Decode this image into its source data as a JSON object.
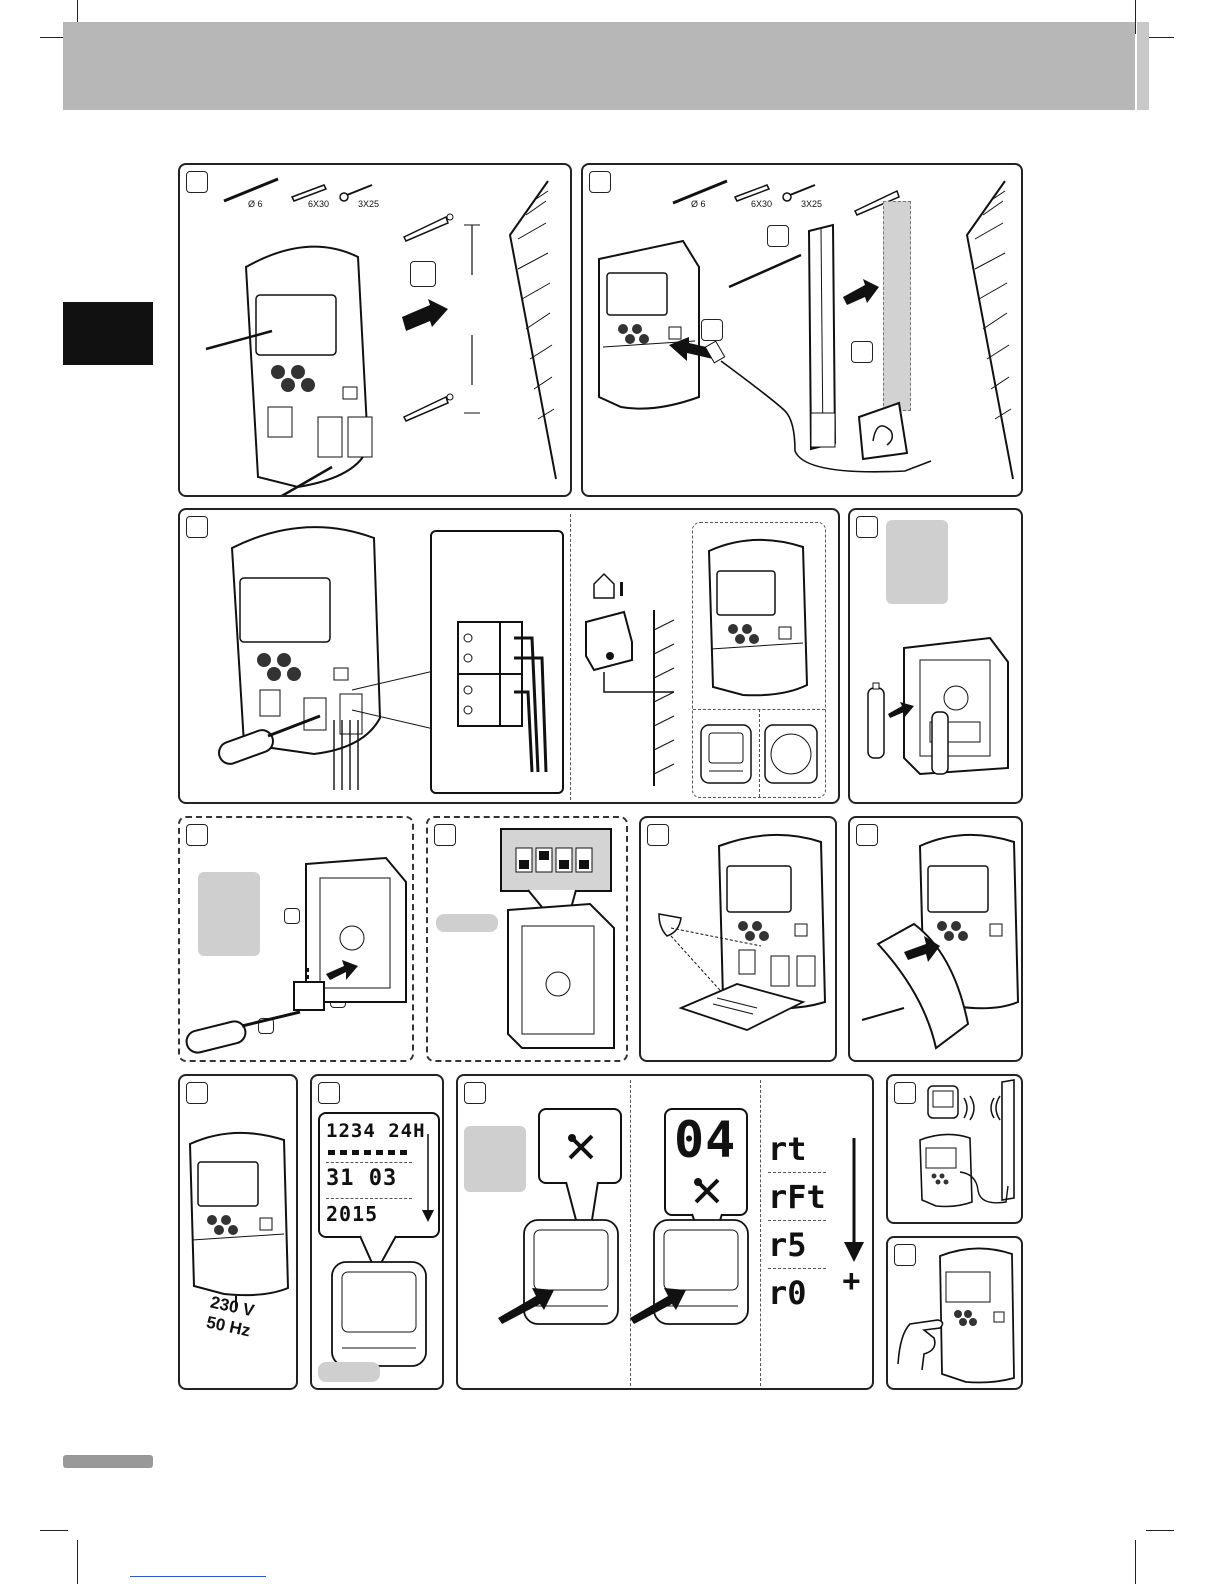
{
  "page": {
    "title_band_color": "#b7b7b7",
    "side_tab_color": "#111111"
  },
  "steps": {
    "wall_mount": {
      "drill_label": "Ø 6",
      "plug_label": "6X30",
      "screw_label": "3X25"
    },
    "bracket_mount": {
      "drill_label": "Ø 6",
      "plug_label": "6X30",
      "screw_label": "3X25"
    },
    "date_setup": {
      "lcd_line1": "1234 24H",
      "lcd_line2": "31 03",
      "lcd_line3": "2015"
    },
    "install_mode": {
      "tool_icon": "wrench-screwdriver-icon",
      "mode_number": "04",
      "menu_codes": [
        "rt",
        "rFt",
        "r5",
        "r0"
      ],
      "plus_symbol": "+"
    },
    "power": {
      "voltage": "230 V",
      "frequency": "50 Hz"
    }
  }
}
